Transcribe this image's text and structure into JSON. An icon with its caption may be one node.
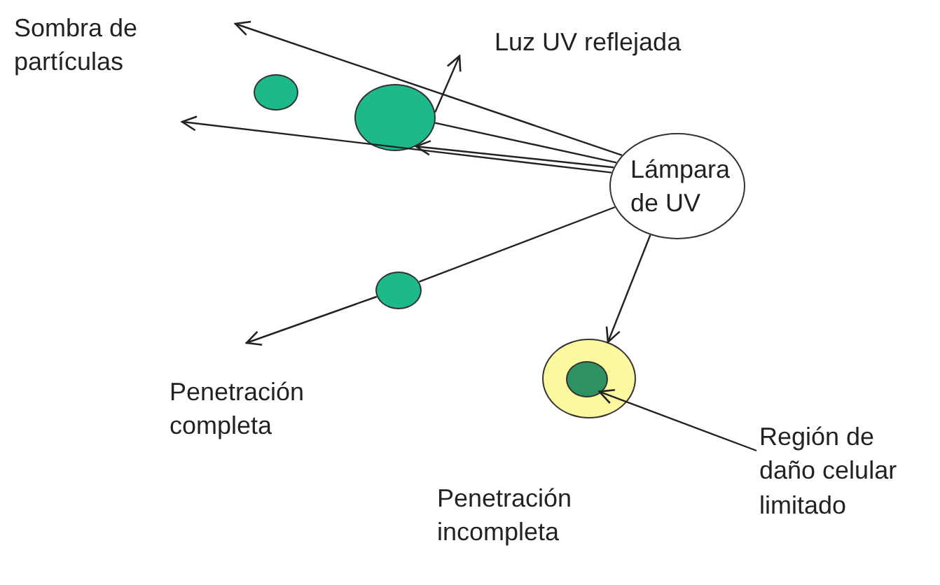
{
  "diagram": {
    "nodes": [
      {
        "text": [
          "Sombra de partículas"
        ]
      },
      {
        "text": [
          "Luz UV reflejada"
        ]
      },
      {
        "text": [
          "Lámpara de UV"
        ]
      },
      {
        "text": [],
        "shape": "circle"
      },
      {
        "text": [],
        "shape": "circle"
      },
      {
        "text": [],
        "shape": "circle"
      },
      {
        "text": [],
        "shape": "circle"
      },
      {
        "text": [],
        "shape": "circle",
        "in": 6
      },
      {
        "text": [
          "Penetración completa"
        ]
      },
      {
        "text": [
          "Región de daño celular limitado"
        ]
      },
      {
        "text": [
          "Penetración incompleta"
        ]
      }
    ],
    "edges": [
      {
        "from": 2,
        "to": null,
        "arrow": "to"
      },
      {
        "from": 2,
        "to": null,
        "arrow": "to"
      },
      {
        "from": 2,
        "to": 4,
        "arrow": "none"
      },
      {
        "from": 2,
        "to": 4,
        "arrow": "to"
      },
      {
        "from": 4,
        "to": 1,
        "arrow": "to"
      },
      {
        "from": 2,
        "to": 5,
        "arrow": "none"
      },
      {
        "from": 5,
        "to": 8,
        "arrow": "to"
      },
      {
        "from": 2,
        "to": 6,
        "arrow": "to"
      },
      {
        "from": 9,
        "to": 7,
        "arrow": "to"
      }
    ]
  }
}
